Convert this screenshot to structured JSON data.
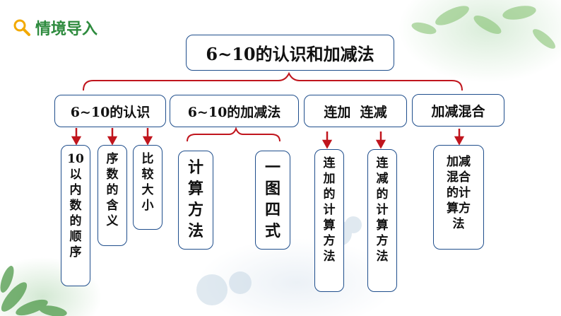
{
  "header": {
    "title": "情境导入",
    "icon": "search-icon",
    "color": "#2e8b3e"
  },
  "colors": {
    "line": "#c0151d",
    "border": "#1f4e8c"
  },
  "title": "6~10的认识和加减法",
  "categories": [
    {
      "label": "6~10的认识",
      "children": [
        "10以内数的顺序",
        "序数的含义",
        "比较大小"
      ]
    },
    {
      "label": "6~10的加减法",
      "children": [
        "计算方法",
        "一图四式"
      ]
    },
    {
      "label": "连加  连减",
      "children": [
        "连加的计算方法",
        "连减的计算方法"
      ]
    },
    {
      "label": "加减混合",
      "children": [
        "加减混合的计算方法"
      ]
    }
  ]
}
